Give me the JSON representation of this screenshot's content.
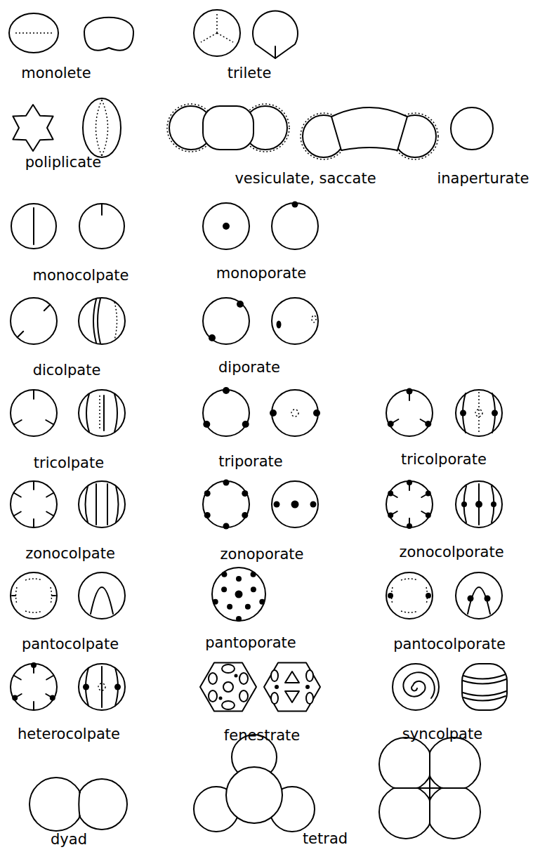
{
  "diagram": {
    "labels": [
      "monolete",
      "trilete",
      "poliplicate",
      "vesiculate, saccate",
      "inaperturate",
      "monocolpate",
      "monoporate",
      "dicolpate",
      "diporate",
      "tricolpate",
      "triporate",
      "tricolporate",
      "zonocolpate",
      "zonoporate",
      "zonocolporate",
      "pantocolpate",
      "pantoporate",
      "pantocolporate",
      "heterocolpate",
      "fenestrate",
      "syncolpate",
      "dyad",
      "tetrad"
    ]
  }
}
